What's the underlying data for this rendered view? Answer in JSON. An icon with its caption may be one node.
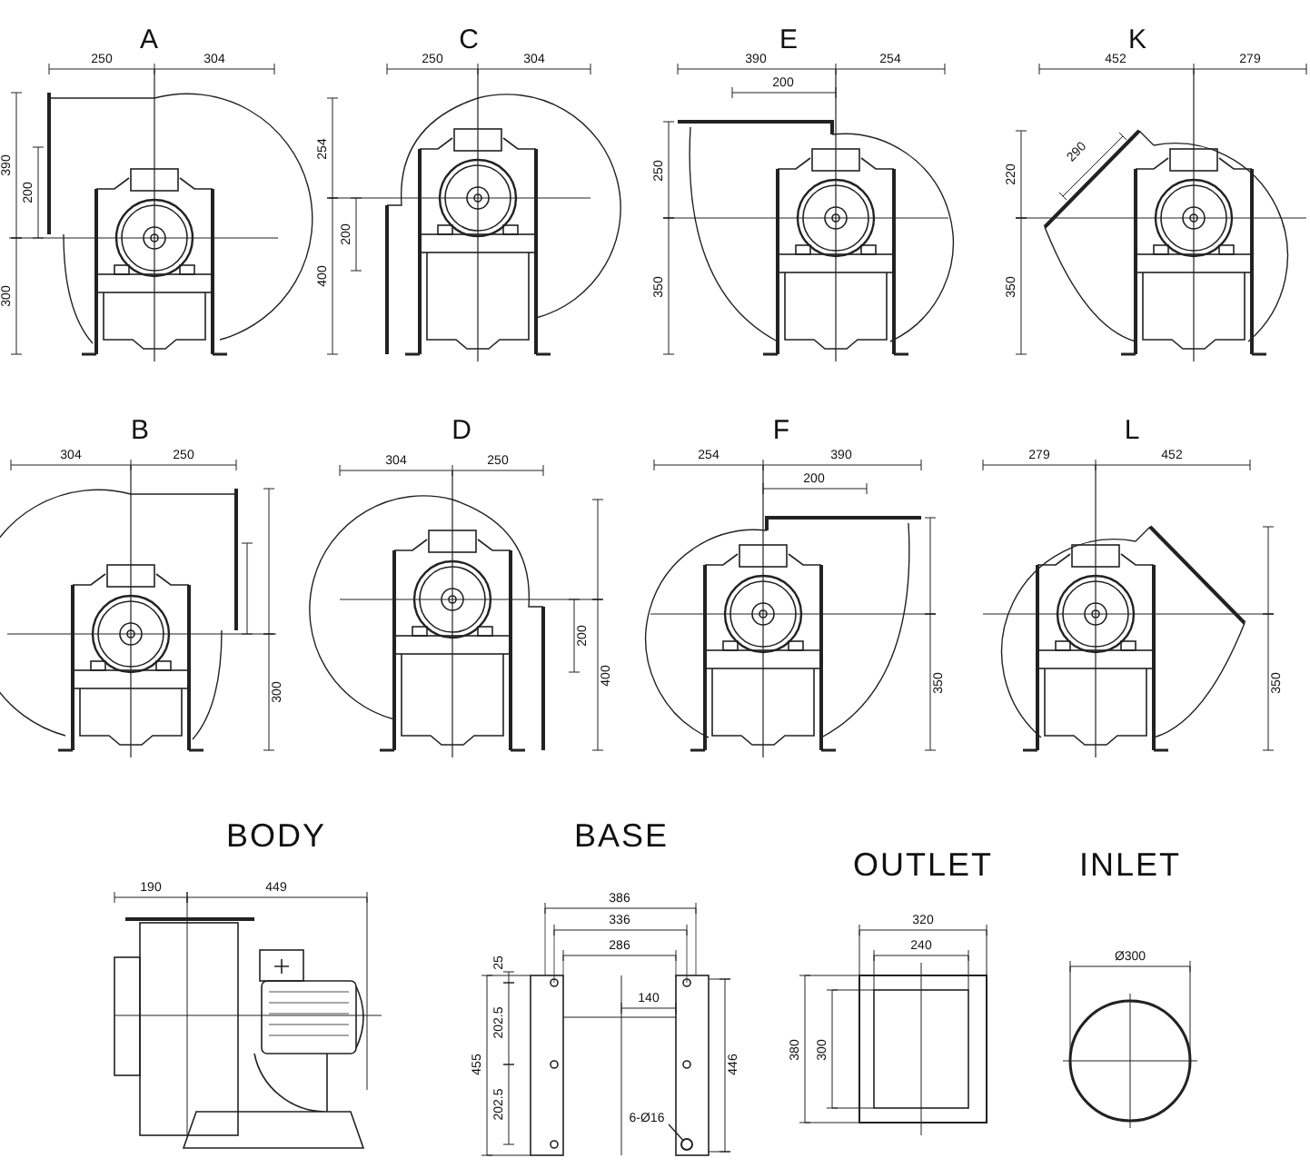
{
  "diagram": {
    "nodes": [
      {
        "text": [
          "6-Ø16"
        ]
      },
      {
        "text": [],
        "shape": "circle"
      }
    ],
    "edges": [
      {
        "from": 0,
        "to": 1,
        "arrow": "none"
      }
    ],
    "labels": [
      "A",
      "250",
      "304",
      "390",
      "200",
      "300",
      "C",
      "250",
      "304",
      "254",
      "200",
      "400",
      "E",
      "390",
      "200",
      "254",
      "250",
      "350",
      "K",
      "452",
      "279",
      "290",
      "220",
      "350",
      "B",
      "304",
      "250",
      "300",
      "D",
      "304",
      "250",
      "200",
      "400",
      "F",
      "254",
      "390",
      "200",
      "350",
      "L",
      "279",
      "452",
      "350",
      "BODY",
      "190",
      "449",
      "BASE",
      "386",
      "336",
      "286",
      "25",
      "202.5",
      "455",
      "202.5",
      "446",
      "140",
      "OUTLET",
      "320",
      "240",
      "380",
      "300",
      "INLET",
      "Ø300"
    ]
  }
}
